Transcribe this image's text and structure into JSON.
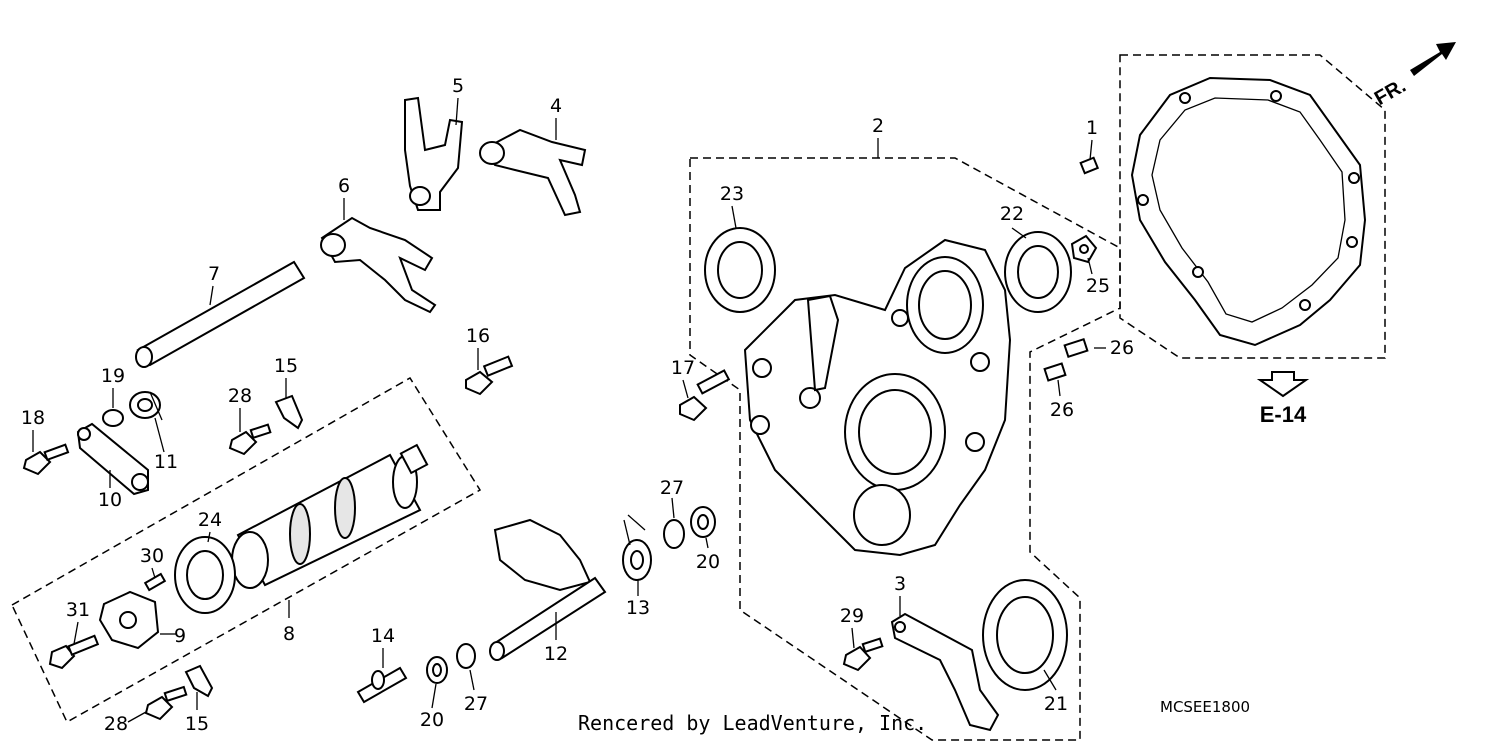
{
  "diagram": {
    "credit": "Rencered by LeadVenture, Inc.",
    "catalog_code": "MCSEE1800",
    "reference": "E-14",
    "direction": "FR.",
    "callouts": [
      {
        "id": "1",
        "label": "1"
      },
      {
        "id": "2",
        "label": "2"
      },
      {
        "id": "3",
        "label": "3"
      },
      {
        "id": "4",
        "label": "4"
      },
      {
        "id": "5",
        "label": "5"
      },
      {
        "id": "6",
        "label": "6"
      },
      {
        "id": "7",
        "label": "7"
      },
      {
        "id": "8",
        "label": "8"
      },
      {
        "id": "9",
        "label": "9"
      },
      {
        "id": "10",
        "label": "10"
      },
      {
        "id": "11",
        "label": "11"
      },
      {
        "id": "12",
        "label": "12"
      },
      {
        "id": "13",
        "label": "13"
      },
      {
        "id": "14",
        "label": "14"
      },
      {
        "id": "15a",
        "label": "15"
      },
      {
        "id": "15b",
        "label": "15"
      },
      {
        "id": "16",
        "label": "16"
      },
      {
        "id": "17",
        "label": "17"
      },
      {
        "id": "18",
        "label": "18"
      },
      {
        "id": "19",
        "label": "19"
      },
      {
        "id": "20a",
        "label": "20"
      },
      {
        "id": "20b",
        "label": "20"
      },
      {
        "id": "21",
        "label": "21"
      },
      {
        "id": "22",
        "label": "22"
      },
      {
        "id": "23",
        "label": "23"
      },
      {
        "id": "24",
        "label": "24"
      },
      {
        "id": "25",
        "label": "25"
      },
      {
        "id": "26a",
        "label": "26"
      },
      {
        "id": "26b",
        "label": "26"
      },
      {
        "id": "27a",
        "label": "27"
      },
      {
        "id": "27b",
        "label": "27"
      },
      {
        "id": "28a",
        "label": "28"
      },
      {
        "id": "28b",
        "label": "28"
      },
      {
        "id": "29",
        "label": "29"
      },
      {
        "id": "30",
        "label": "30"
      },
      {
        "id": "31",
        "label": "31"
      }
    ]
  }
}
